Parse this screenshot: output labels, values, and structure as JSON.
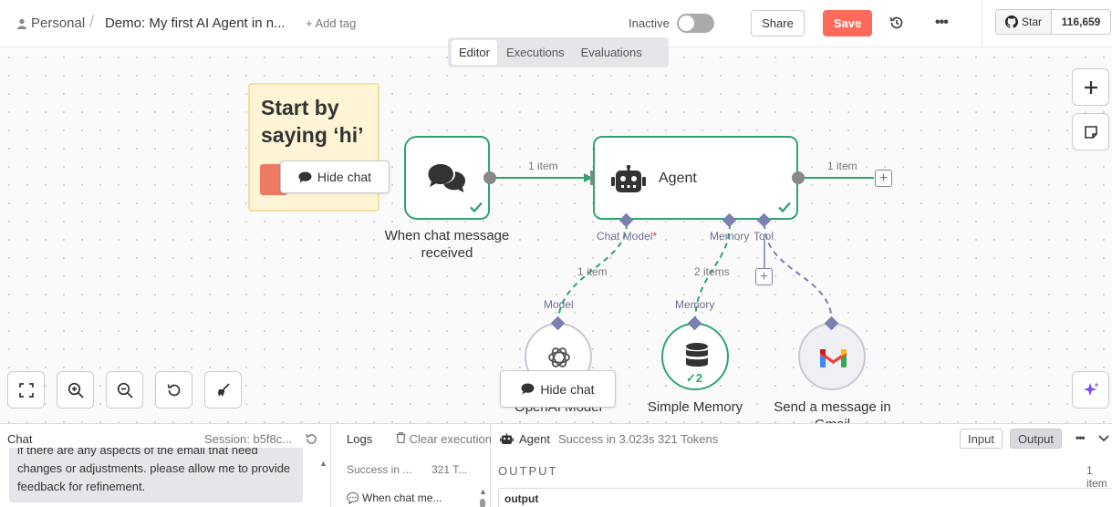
{
  "header": {
    "project": "Personal",
    "workflow_name": "Demo: My first AI Agent in n...",
    "add_tag": "+ Add tag",
    "status_label": "Inactive",
    "share_label": "Share",
    "save_label": "Save",
    "github_star": "Star",
    "github_count": "116,659"
  },
  "tabs": [
    {
      "label": "Editor"
    },
    {
      "label": "Executions"
    },
    {
      "label": "Evaluations"
    }
  ],
  "canvas": {
    "sticky_note": "Start by saying ‘hi’",
    "hide_chat": "Hide chat",
    "trigger_node": "When chat message received",
    "agent_node": "Agent",
    "edge_labels": {
      "trigger_to_agent": "1 item",
      "agent_out": "1 item",
      "model": "1 item",
      "memory": "2 items"
    },
    "ports": {
      "chat_model": "Chat Model",
      "memory": "Memory",
      "tool": "Tool",
      "model_in": "Model",
      "memory_in": "Memory"
    },
    "model_node": "OpenAI Model",
    "memory_node": "Simple Memory",
    "memory_runs": "2",
    "gmail_node": "Send a message in Gmail"
  },
  "chat_panel": {
    "title": "Chat",
    "session": "Session: b5f8c...",
    "message": "if there are any aspects of the email that need changes or adjustments. please allow me to provide feedback for refinement."
  },
  "logs_panel": {
    "title": "Logs",
    "clear": "Clear execution",
    "status": "Success in ...",
    "tokens": "321 T...",
    "row": "When chat me..."
  },
  "output_panel": {
    "node": "Agent",
    "status": "Success in 3.023s",
    "tokens": "321 Tokens",
    "input_label": "Input",
    "output_label": "Output",
    "heading": "OUTPUT",
    "items": "1 item",
    "field": "output"
  },
  "colors": {
    "accent": "#ff6b5b",
    "success": "#2fa56f",
    "port": "#7b7fb1"
  }
}
